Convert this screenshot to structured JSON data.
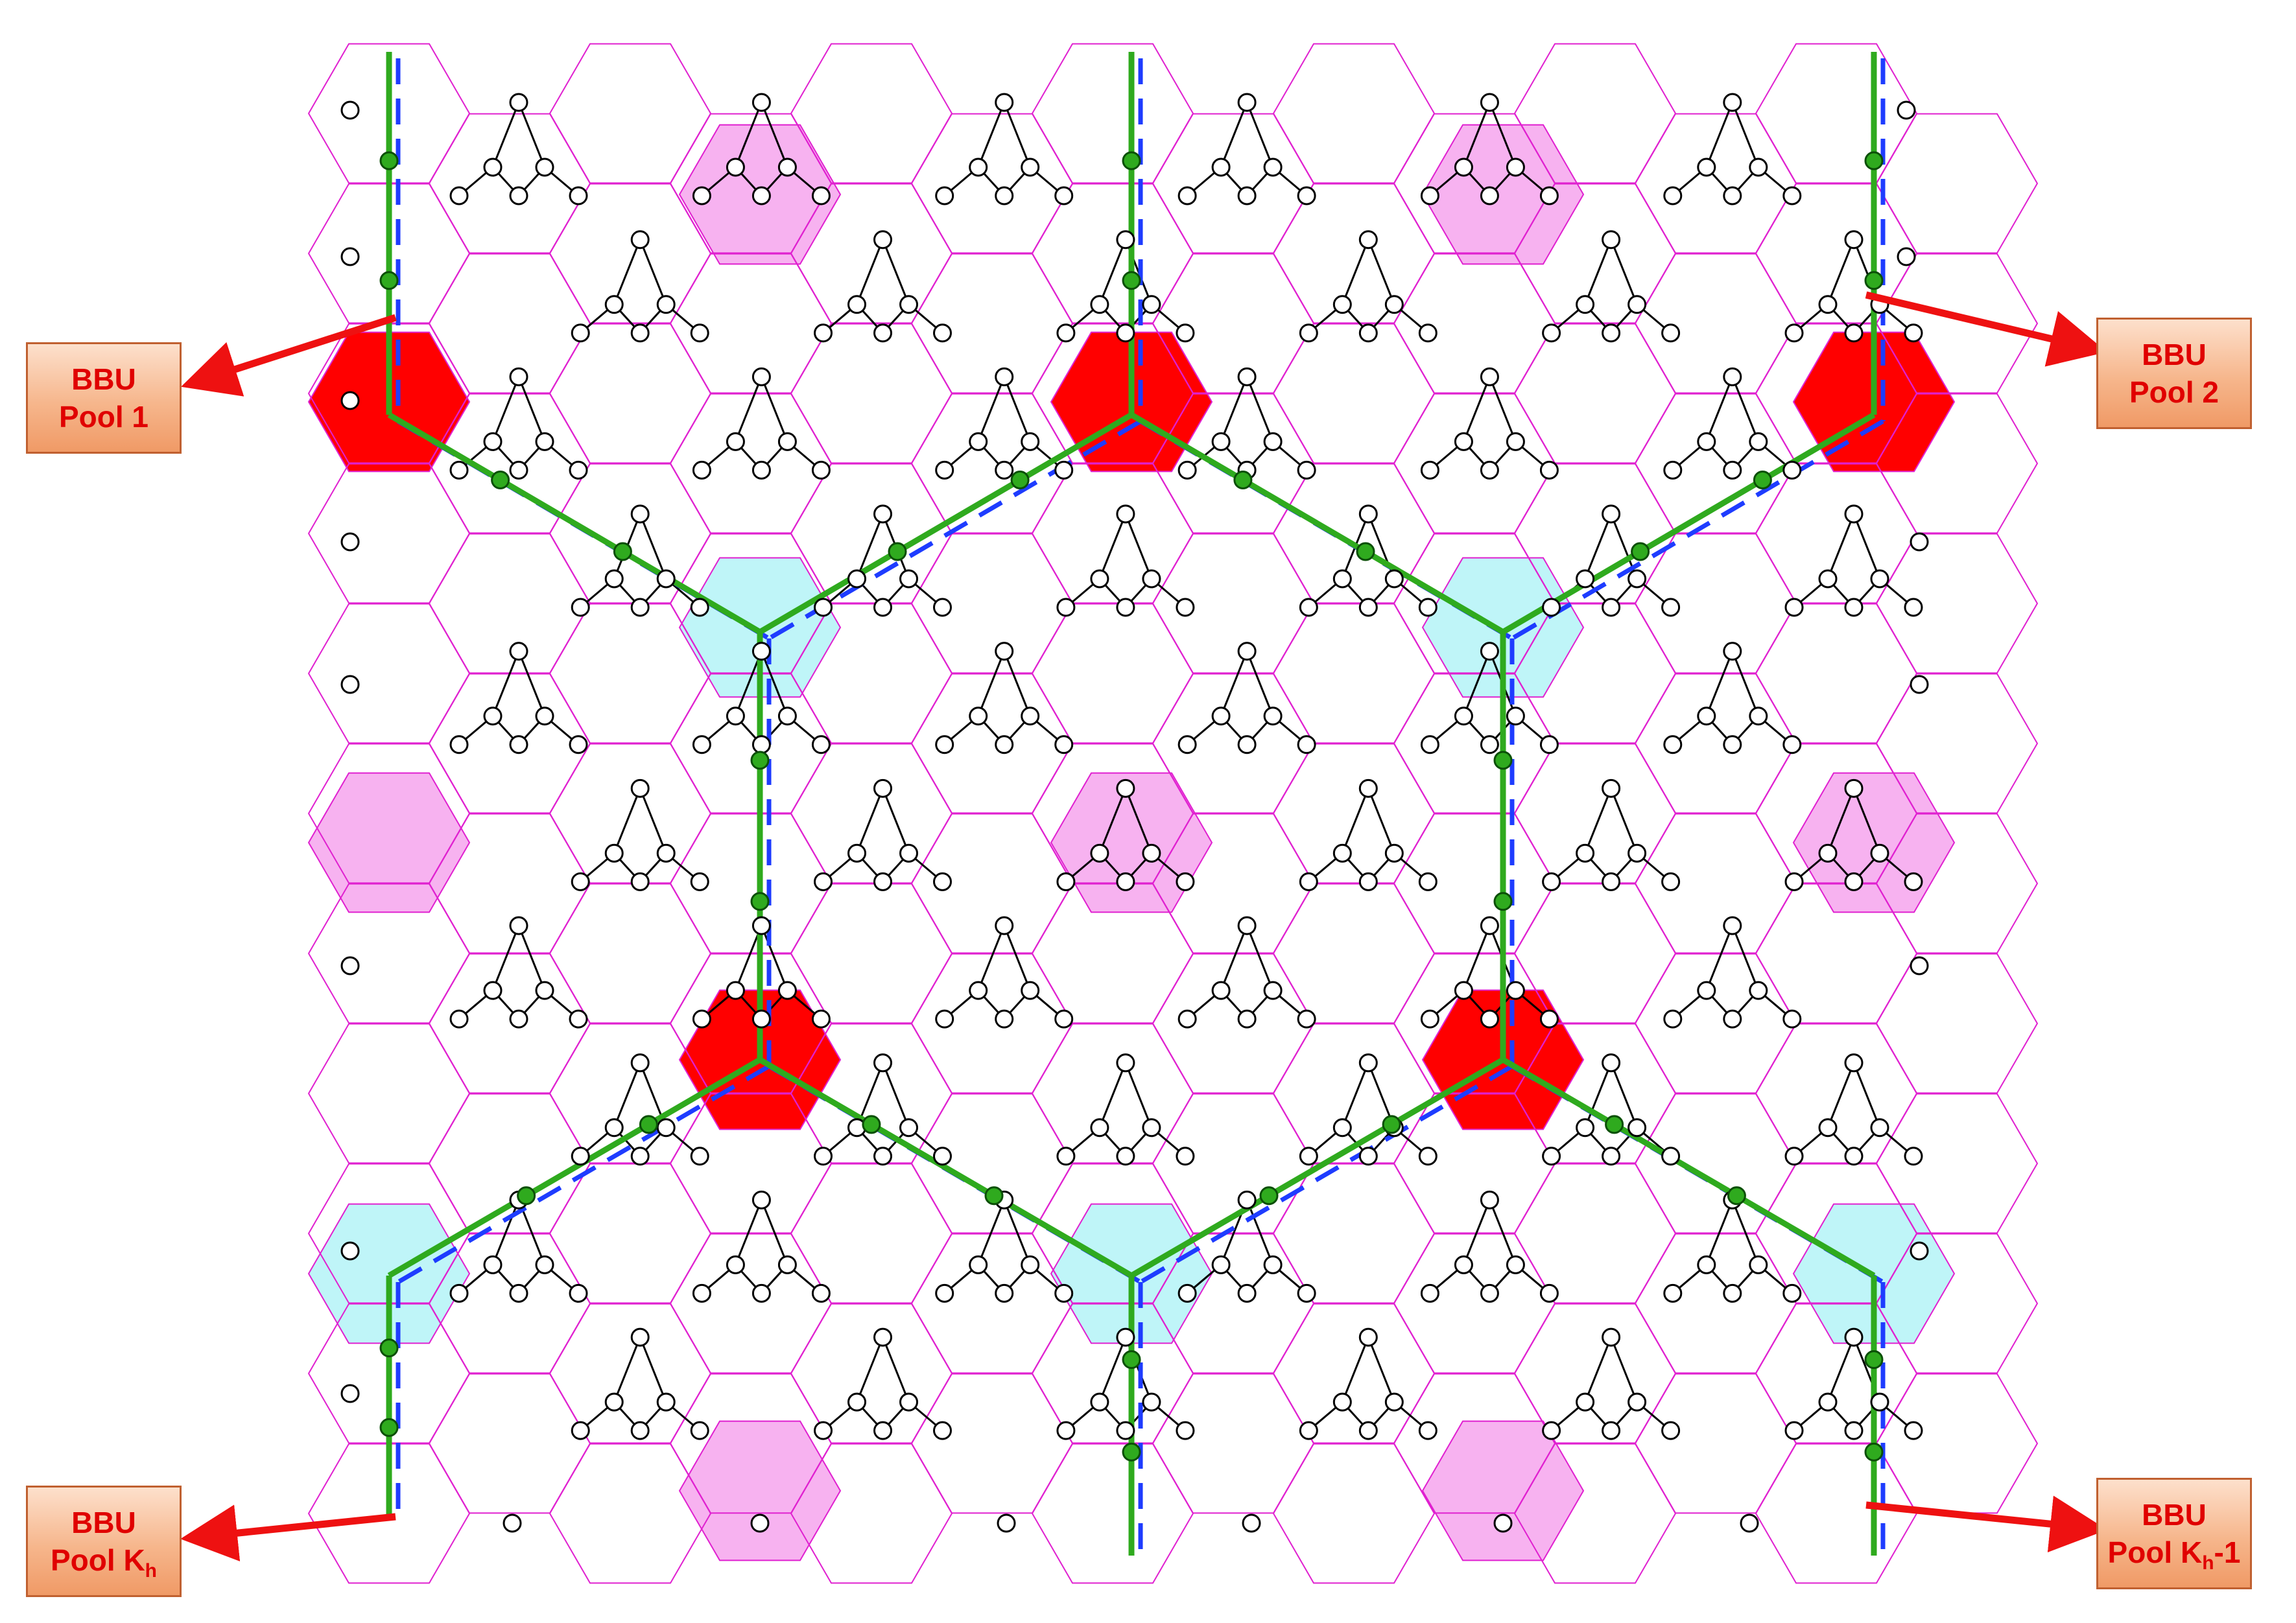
{
  "pools": {
    "pool_1": {
      "line1": "BBU",
      "line2": "Pool 1"
    },
    "pool_2": {
      "line1": "BBU",
      "line2": "Pool 2"
    },
    "pool_kh": {
      "line1": "BBU",
      "line2_prefix": "Pool K",
      "line2_sub": "h",
      "line2_suffix": ""
    },
    "pool_kh_minus_1": {
      "line1": "BBU",
      "line2_prefix": "Pool K",
      "line2_sub": "h",
      "line2_suffix": "-1"
    }
  },
  "colors": {
    "cell_outline": "#e020d0",
    "pool_cell": "#ff0000",
    "shared_cell": "#bff5f8",
    "reuse_cell": "#f7b2f0",
    "fronthaul_link": "#2faa1e",
    "cluster_boundary": "#1e3cff",
    "arrow": "#ee1111",
    "mesh_edge": "#000000",
    "pool_label_text": "#e00000"
  },
  "legend_semantics": {
    "red_hexagon": "bbu-pool-cell",
    "cyan_hexagon": "cluster-junction-cell",
    "pink_hexagon": "reuse-cell",
    "green_line": "fronthaul-link",
    "blue_dashed_line": "cluster-boundary",
    "open_circle": "rrh-node",
    "green_dot": "fronthaul-node"
  }
}
